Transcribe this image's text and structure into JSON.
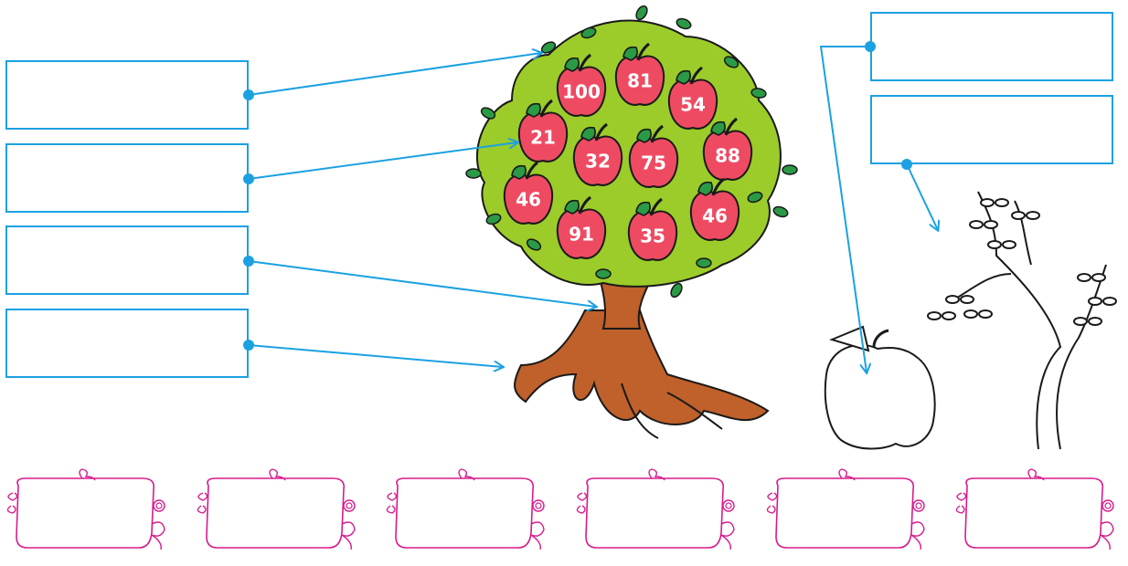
{
  "apples": [
    {
      "label": "100"
    },
    {
      "label": "81"
    },
    {
      "label": "54"
    },
    {
      "label": "21"
    },
    {
      "label": "32"
    },
    {
      "label": "75"
    },
    {
      "label": "88"
    },
    {
      "label": "46"
    },
    {
      "label": "91"
    },
    {
      "label": "35"
    },
    {
      "label": "46"
    }
  ],
  "colors": {
    "box_border": "#1ba1e2",
    "arrow": "#1ba1e2",
    "apple_fill": "#ee4b63",
    "leaf_fill": "#9ccc2a",
    "leaf_dark": "#2a9a46",
    "trunk_fill": "#c0602a",
    "frame_pink": "#d81b8c"
  }
}
